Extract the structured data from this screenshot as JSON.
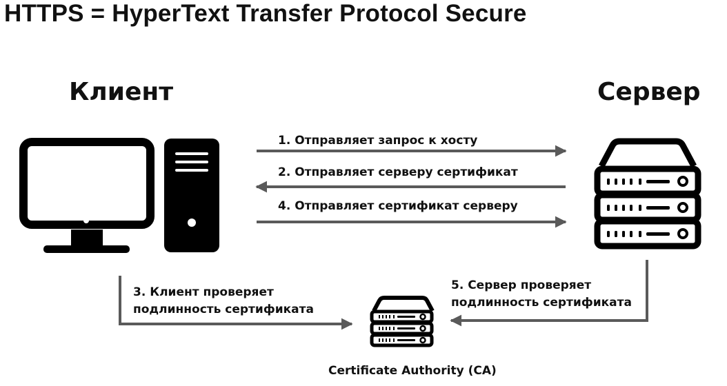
{
  "title": "HTTPS = HyperText Transfer Protocol Secure",
  "client_label": "Клиент",
  "server_label": "Сервер",
  "steps": {
    "step1": "1. Отправляет запрос к хосту",
    "step2": "2. Отправляет серверу сертификат",
    "step3": "3. Клиент проверяет\nподлинность сертификата",
    "step4": "4. Отправляет сертификат серверу",
    "step5": "5. Сервер проверяет\nподлинность сертификата"
  },
  "ca_label": "Certificate Authority (CA)",
  "icons": {
    "client": [
      "monitor-icon",
      "computer-tower-icon"
    ],
    "server": "server-rack-icon",
    "ca": "server-rack-icon"
  },
  "colors": {
    "text": "#111111",
    "icon": "#000000",
    "arrow": "#5a5a5a",
    "background": "#ffffff"
  }
}
